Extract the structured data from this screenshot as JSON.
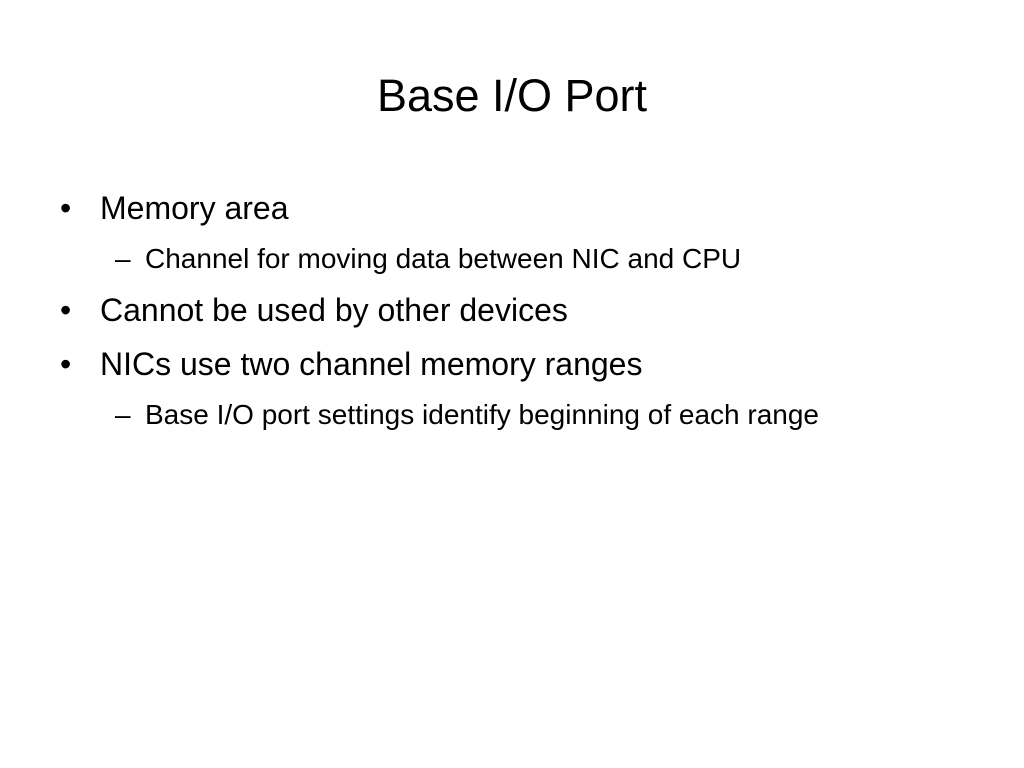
{
  "slide": {
    "title": "Base I/O Port",
    "bullets": [
      {
        "marker": "•",
        "text": "Memory area"
      },
      {
        "marker": "–",
        "text": "Channel for moving data between NIC and CPU"
      },
      {
        "marker": "•",
        "text": "Cannot be used by other devices"
      },
      {
        "marker": "•",
        "text": "NICs use two channel memory ranges"
      },
      {
        "marker": "–",
        "text": "Base I/O port settings identify beginning of each range"
      }
    ]
  }
}
